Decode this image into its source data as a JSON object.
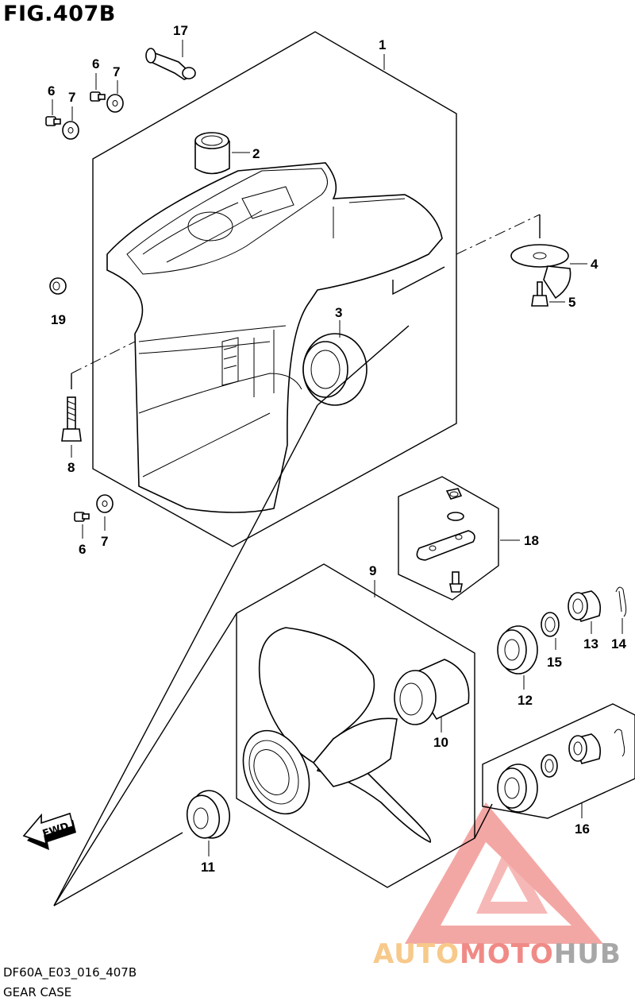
{
  "figure": {
    "title": "FIG.407B",
    "code": "DF60A_E03_016_407B",
    "name": "GEAR CASE"
  },
  "direction_arrow": "FWD",
  "watermark": {
    "text_part1": "AUTO",
    "text_part2": "MOTO",
    "text_part3": "HUB",
    "color_orange": "#f7c98a",
    "color_red": "#f08a86",
    "color_gray": "#a7a7a7"
  },
  "callouts": [
    "1",
    "2",
    "3",
    "4",
    "5",
    "6",
    "6",
    "6",
    "7",
    "7",
    "7",
    "8",
    "9",
    "10",
    "11",
    "12",
    "13",
    "14",
    "15",
    "16",
    "17",
    "18",
    "19"
  ]
}
